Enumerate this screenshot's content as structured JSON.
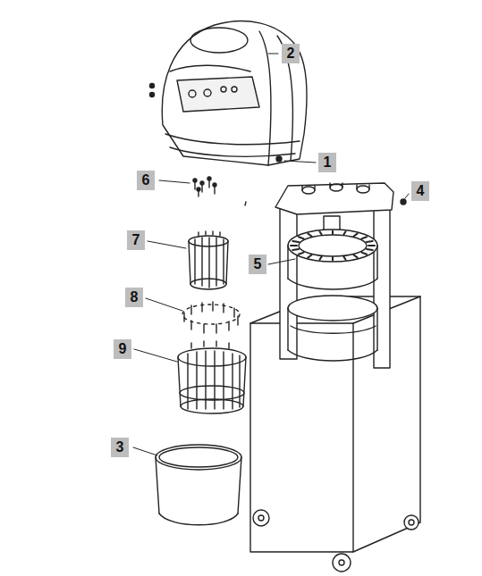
{
  "diagram": {
    "nodes": [
      {
        "text": [
          "2"
        ]
      },
      {
        "text": [
          "1"
        ]
      },
      {
        "text": [
          "6"
        ]
      },
      {
        "text": [
          "4"
        ]
      },
      {
        "text": [
          "7"
        ]
      },
      {
        "text": [
          "5"
        ]
      },
      {
        "text": [
          "8"
        ]
      },
      {
        "text": [
          "9"
        ]
      },
      {
        "text": [
          "3"
        ]
      }
    ]
  }
}
